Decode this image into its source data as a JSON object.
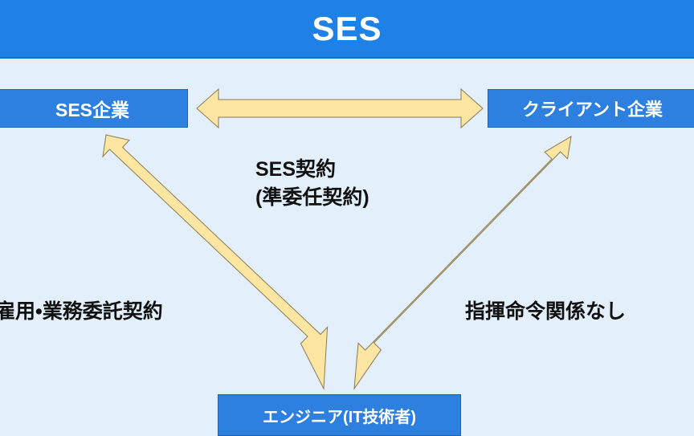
{
  "header": {
    "title": "SES"
  },
  "nodes": {
    "ses_company": "SES企業",
    "client_company": "クライアント企業",
    "engineer": "エンジニア(IT技術者)"
  },
  "labels": {
    "ses_contract_line1": "SES契約",
    "ses_contract_line2": "(準委任契約)",
    "left_relation": "雇用•業務委託契約",
    "right_relation": "指揮命令関係なし"
  },
  "colors": {
    "header": "#1f80e6",
    "box": "#2d7fe0",
    "background": "#e3effb",
    "arrow_fill": "#fde6a2",
    "arrow_stroke": "#8a7a55"
  }
}
